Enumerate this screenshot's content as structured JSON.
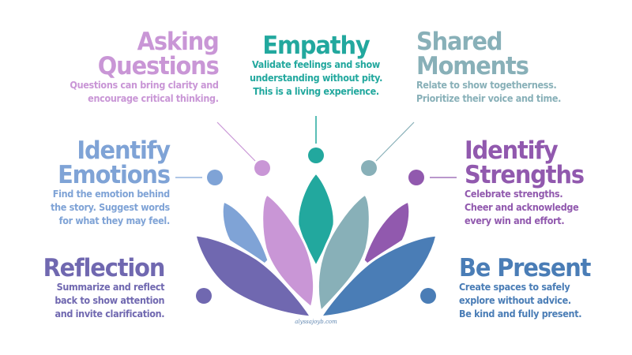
{
  "colors": {
    "asking_questions": "#C996D6",
    "empathy": "#22A89E",
    "shared_moments": "#88B0B8",
    "identify_emotions": "#7FA3D6",
    "identify_strengths": "#9159AE",
    "reflection": "#7068B0",
    "be_present": "#4A7DB6"
  },
  "sections": {
    "asking_questions": {
      "title": [
        "Asking",
        "Questions"
      ],
      "description": [
        "Questions can bring clarity and",
        "encourage critical thinking."
      ]
    },
    "empathy": {
      "title": [
        "Empathy"
      ],
      "description": [
        "Validate feelings and show",
        "understanding without pity.",
        "This is a living experience."
      ]
    },
    "shared_moments": {
      "title": [
        "Shared",
        "Moments"
      ],
      "description": [
        "Relate to show togetherness.",
        "Prioritize their voice and time."
      ]
    },
    "identify_emotions": {
      "title": [
        "Identify",
        "Emotions"
      ],
      "description": [
        "Find the emotion behind",
        "the story. Suggest words",
        "for what they may feel."
      ]
    },
    "identify_strengths": {
      "title": [
        "Identify",
        "Strengths"
      ],
      "description": [
        "Celebrate strengths.",
        "Cheer and acknowledge",
        "every win and effort."
      ]
    },
    "reflection": {
      "title": [
        "Reflection"
      ],
      "description": [
        "Summarize and reflect",
        "back to show attention",
        "and invite clarification."
      ]
    },
    "be_present": {
      "title": [
        "Be Present"
      ],
      "description": [
        "Create spaces to safely",
        "explore without advice.",
        "Be kind and fully present."
      ]
    }
  },
  "watermark": "alyssajoyb.com",
  "icons": {
    "lotus": "lotus-flower-icon"
  }
}
